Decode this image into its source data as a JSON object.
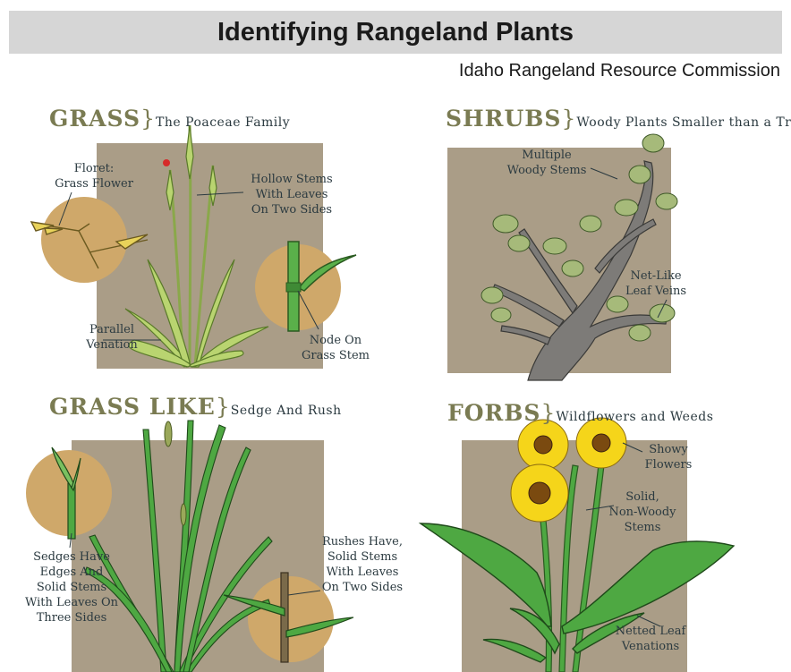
{
  "title": "Identifying Rangeland Plants",
  "subtitle": "Idaho Rangeland Resource Commission",
  "colors": {
    "panel": "#aa9d87",
    "circle": "#cfa86a",
    "heading": "#7a7b52",
    "leaf": "#3f9c3a",
    "flower": "#f5d51a"
  },
  "grass": {
    "heading": "GRASS",
    "bracket": "}",
    "family": "The Poaceae Family",
    "labels": {
      "floret": "Floret:\nGrass Flower",
      "hollow": "Hollow Stems\nWith Leaves\nOn Two Sides",
      "parallel": "Parallel\nVenation",
      "node": "Node On\nGrass Stem"
    }
  },
  "shrubs": {
    "heading": "SHRUBS",
    "bracket": "}",
    "desc": "Woody Plants Smaller than a Tree",
    "labels": {
      "multiple": "Multiple\nWoody Stems",
      "netlike": "Net-Like\nLeaf Veins"
    }
  },
  "grasslike": {
    "heading": "GRASS LIKE",
    "bracket": "}",
    "desc": "Sedge And Rush",
    "labels": {
      "sedges": "Sedges Have\nEdges And\nSolid Stems\nWith Leaves On\nThree Sides",
      "rushes": "Rushes Have,\nSolid Stems\nWith Leaves\nOn Two Sides"
    }
  },
  "forbs": {
    "heading": "FORBS",
    "bracket": "}",
    "desc": "Wildflowers and Weeds",
    "labels": {
      "showy": "Showy\nFlowers",
      "solid": "Solid,\nNon-Woody\nStems",
      "netted": "Netted Leaf\nVenations"
    }
  }
}
